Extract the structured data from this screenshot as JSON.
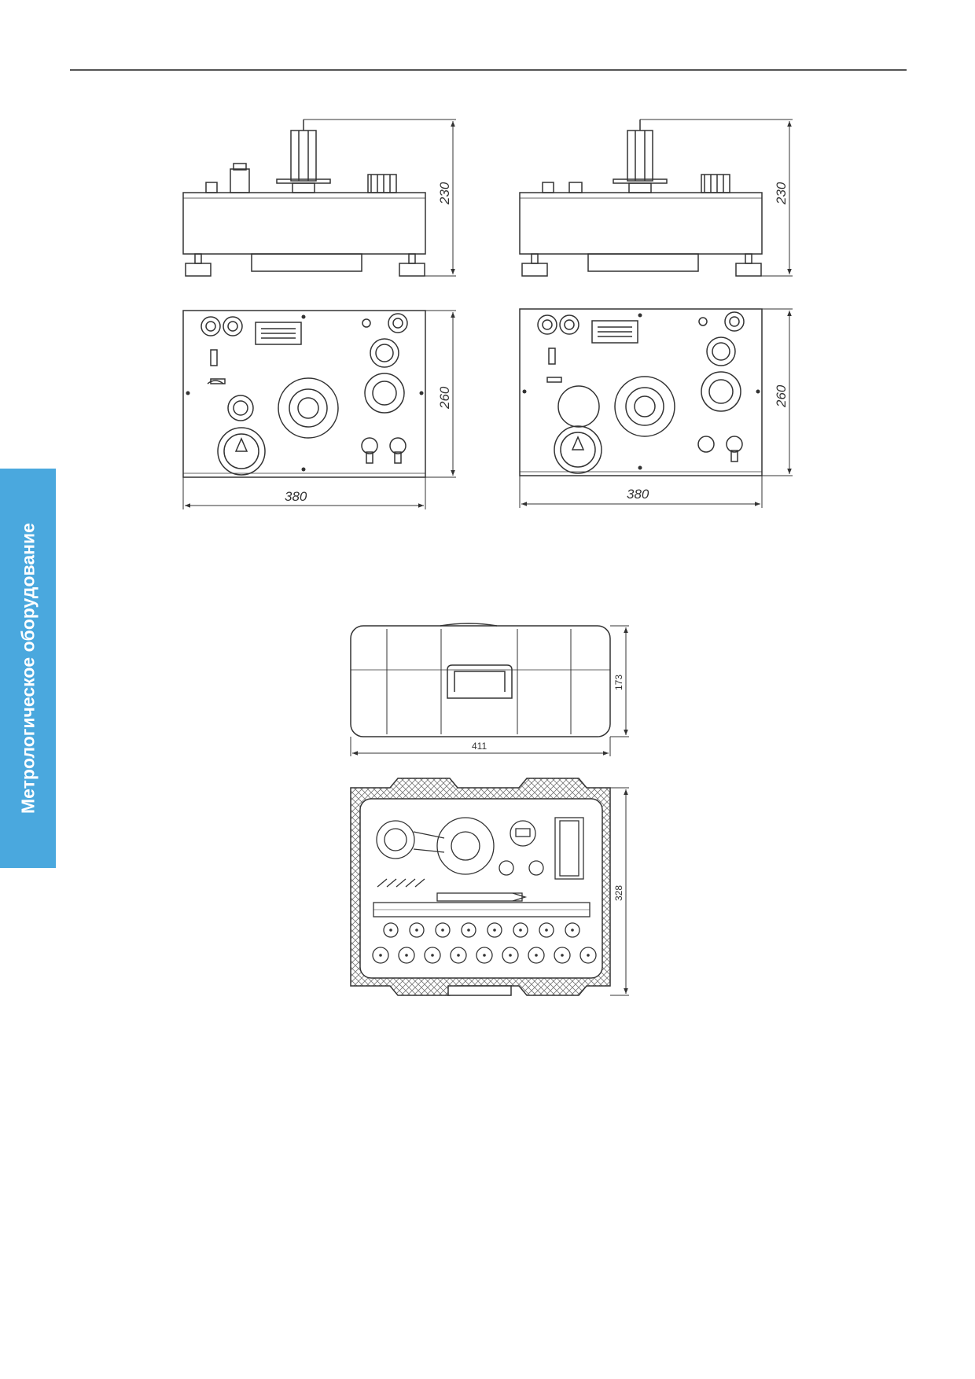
{
  "side_tab": {
    "label": "Метрологическое оборудование",
    "color": "#4aa8de"
  },
  "drawings": {
    "unit_left": {
      "height_dim": "230",
      "depth_dim": "260",
      "width_dim": "380"
    },
    "unit_right": {
      "height_dim": "230",
      "depth_dim": "260",
      "width_dim": "380"
    },
    "case_closed": {
      "height_dim": "173",
      "width_dim": "411"
    },
    "case_open": {
      "depth_dim": "328"
    }
  }
}
